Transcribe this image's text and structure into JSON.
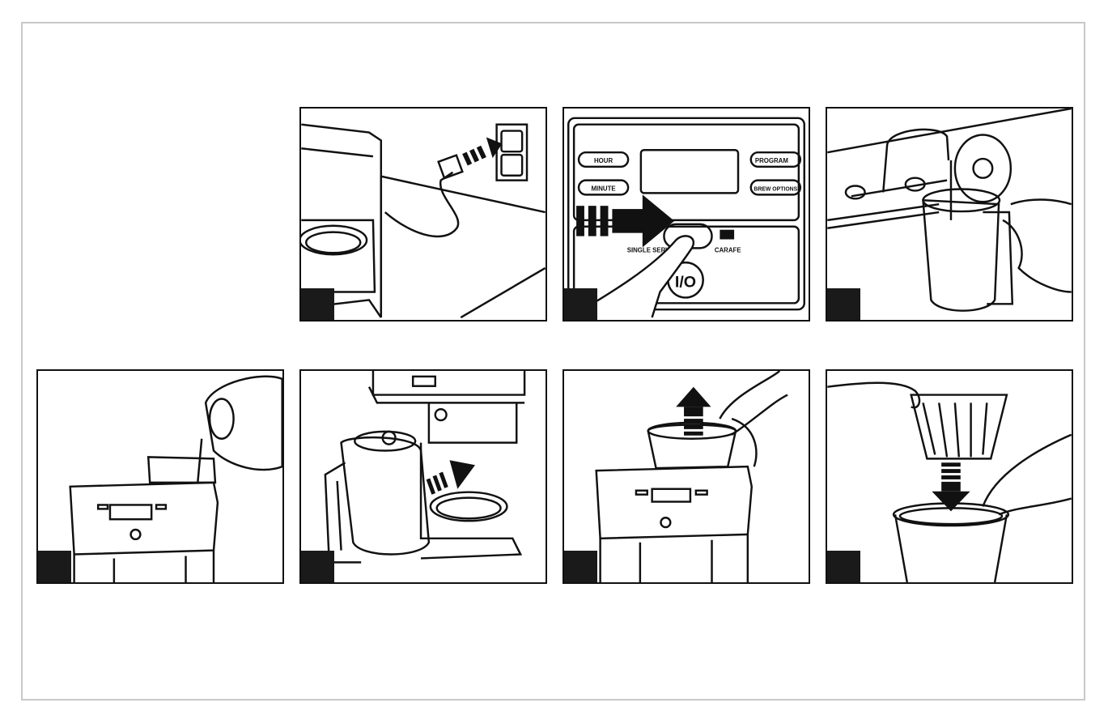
{
  "panels": [
    {
      "id": "plug-in",
      "step_box": true
    },
    {
      "id": "control-panel",
      "step_box": true
    },
    {
      "id": "fill-carafe",
      "step_box": true
    },
    {
      "id": "pour-water",
      "step_box": true
    },
    {
      "id": "place-carafe",
      "step_box": true
    },
    {
      "id": "remove-basket",
      "step_box": true
    },
    {
      "id": "insert-filter",
      "step_box": true
    }
  ],
  "control_panel_labels": {
    "hour": "HOUR",
    "minute": "MINUTE",
    "program": "PROGRAM",
    "brew_options": "BREW OPTIONS",
    "single_serve": "SINGLE SERVE",
    "carafe": "CARAFE",
    "power": "I/O"
  },
  "colors": {
    "line": "#111111",
    "step_box": "#1a1a1a",
    "page_border": "#c8c8c8"
  }
}
